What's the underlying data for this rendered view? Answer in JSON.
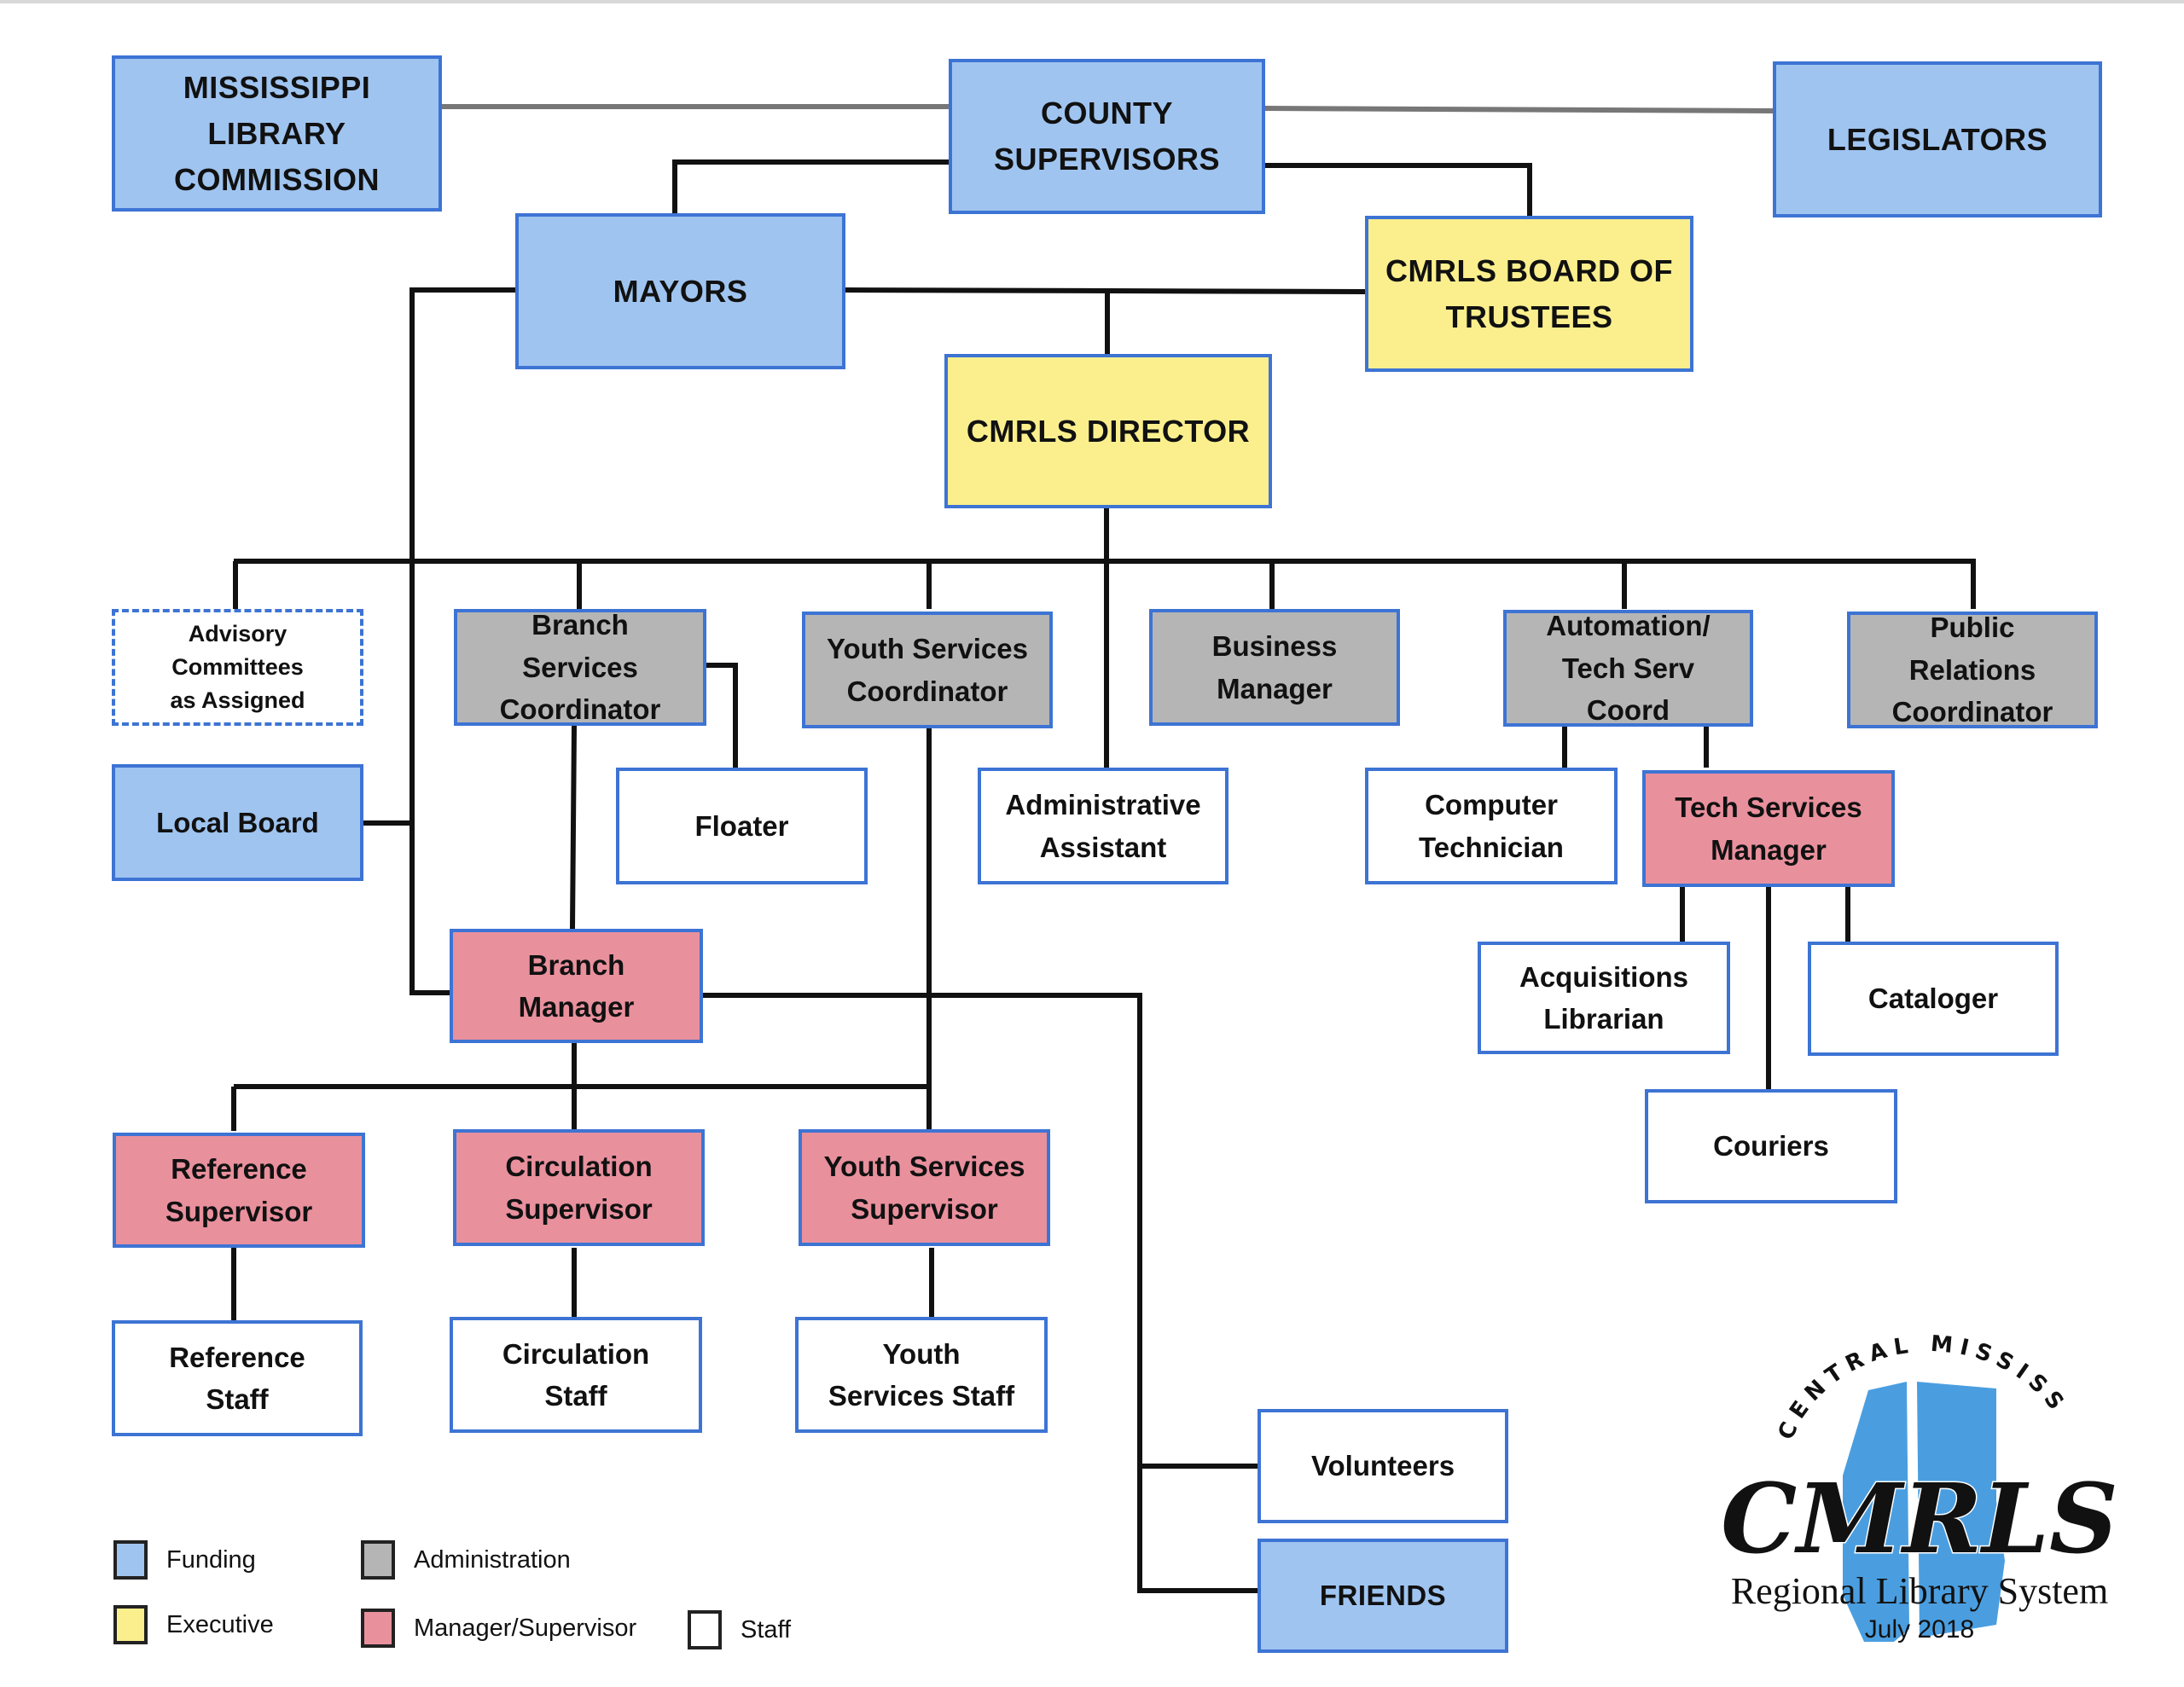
{
  "nodes": {
    "mlc": "MISSISSIPPI LIBRARY COMMISSION",
    "county": "COUNTY SUPERVISORS",
    "legislators": "LEGISLATORS",
    "mayors": "MAYORS",
    "board": "CMRLS BOARD OF TRUSTEES",
    "director": "CMRLS DIRECTOR",
    "advisory": "Advisory Committees as Assigned",
    "branch_coord": "Branch Services Coordinator",
    "youth_coord": "Youth Services Coordinator",
    "business": "Business Manager",
    "automation": "Automation/ Tech Serv Coord",
    "pr": "Public Relations Coordinator",
    "local_board": "Local Board",
    "floater": "Floater",
    "admin_asst": "Administrative Assistant",
    "comp_tech": "Computer Technician",
    "tech_mgr": "Tech Services Manager",
    "branch_mgr": "Branch Manager",
    "acq": "Acquisitions Librarian",
    "cataloger": "Cataloger",
    "couriers": "Couriers",
    "ref_sup": "Reference Supervisor",
    "circ_sup": "Circulation Supervisor",
    "youth_sup": "Youth Services Supervisor",
    "ref_staff": "Reference Staff",
    "circ_staff": "Circulation Staff",
    "youth_staff": "Youth Services Staff",
    "volunteers": "Volunteers",
    "friends": "FRIENDS"
  },
  "legend": [
    {
      "label": "Funding",
      "color": "#9fc4f0"
    },
    {
      "label": "Administration",
      "color": "#b5b5b5"
    },
    {
      "label": "Executive",
      "color": "#fbef8d"
    },
    {
      "label": "Manager/Supervisor",
      "color": "#e9909d"
    },
    {
      "label": "Staff",
      "color": "#ffffff"
    }
  ],
  "logo": {
    "arc_text": "CENTRAL MISSISSIPPI",
    "wordmark": "CMRLS",
    "subtitle": "Regional Library System",
    "date": "July 2018"
  }
}
